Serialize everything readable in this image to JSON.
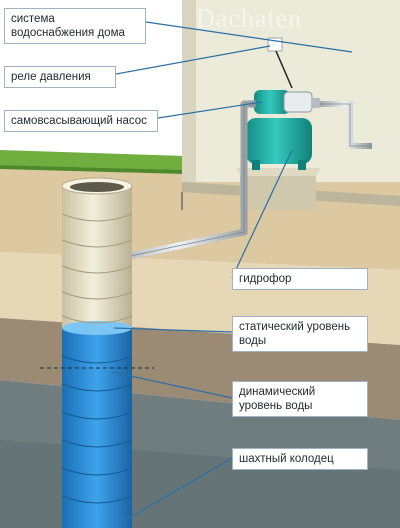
{
  "watermark": "Dachaten",
  "labels": {
    "water_supply": "система водоснабжения дома",
    "pressure_relay": "реле давления",
    "pump": "самовсасывающий насос",
    "hydrophore": "гидрофор",
    "static_level": "статический уровень воды",
    "dynamic_level": "динамический уровень воды",
    "shaft_well": "шахтный колодец"
  },
  "icons": {
    "pump": "pump-icon",
    "tank": "pressure-tank-icon",
    "relay": "relay-box-icon"
  },
  "colors": {
    "wall": "#ecebd9",
    "soil_top": "#dcc9a2",
    "soil_mid": "#9b8a74",
    "soil_deep": "#6f7d7f",
    "grass": "#6fae3f",
    "water": "#2c8fd8",
    "tank": "#1fb1a7",
    "well_ring": "#e2dcc0",
    "callout_line": "#2b6fa6"
  }
}
